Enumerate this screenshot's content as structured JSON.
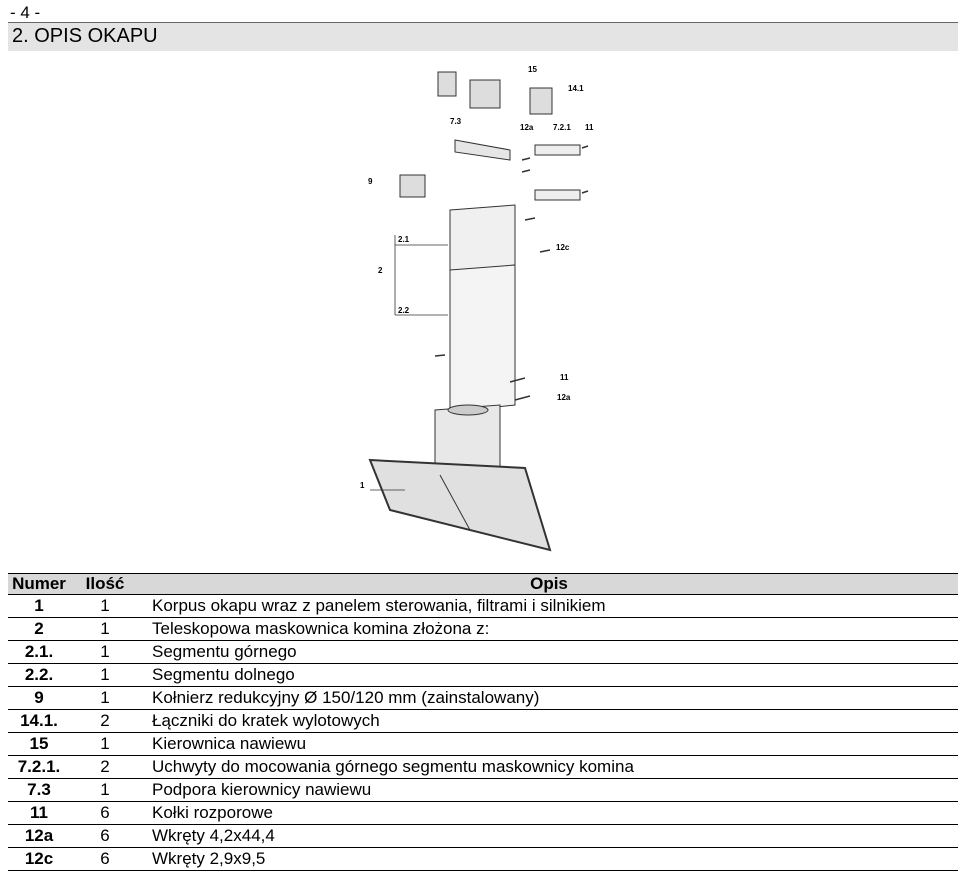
{
  "page_number": "- 4 -",
  "section_title": "2. OPIS OKAPU",
  "diagram_labels": [
    "15",
    "14.1",
    "7.3",
    "12a",
    "7.2.1",
    "11",
    "9",
    "2.1",
    "12c",
    "2",
    "2.2",
    "11",
    "12a",
    "1"
  ],
  "table": {
    "headers": {
      "num": "Numer",
      "qty": "Ilość",
      "desc": "Opis"
    },
    "rows": [
      {
        "num": "1",
        "qty": "1",
        "desc": "Korpus okapu wraz z panelem sterowania, filtrami i silnikiem"
      },
      {
        "num": "2",
        "qty": "1",
        "desc": "Teleskopowa maskownica komina złożona z:"
      },
      {
        "num": "2.1.",
        "qty": "1",
        "desc": "Segmentu górnego"
      },
      {
        "num": "2.2.",
        "qty": "1",
        "desc": "Segmentu dolnego"
      },
      {
        "num": "9",
        "qty": "1",
        "desc": "Kołnierz redukcyjny Ø 150/120 mm (zainstalowany)"
      },
      {
        "num": "14.1.",
        "qty": "2",
        "desc": "Łączniki do kratek wylotowych"
      },
      {
        "num": "15",
        "qty": "1",
        "desc": "Kierownica nawiewu"
      },
      {
        "num": "7.2.1.",
        "qty": "2",
        "desc": "Uchwyty do mocowania górnego segmentu maskownicy komina"
      },
      {
        "num": "7.3",
        "qty": "1",
        "desc": "Podpora kierownicy nawiewu"
      },
      {
        "num": "11",
        "qty": "6",
        "desc": "Kołki rozporowe"
      },
      {
        "num": "12a",
        "qty": "6",
        "desc": "Wkręty 4,2x44,4"
      },
      {
        "num": "12c",
        "qty": "6",
        "desc": "Wkręty 2,9x9,5"
      }
    ]
  }
}
